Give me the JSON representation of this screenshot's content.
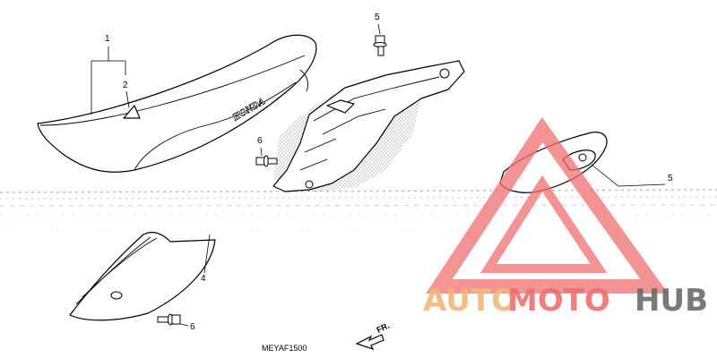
{
  "diagram": {
    "callouts": {
      "c1": "1",
      "c2": "2",
      "c4": "4",
      "c5a": "5",
      "c5b": "5",
      "c6a": "6",
      "c6b": "6"
    },
    "seat_brand": "HONDA",
    "front_arrow": "FR.",
    "drawing_code": "MEYAF1500"
  },
  "watermark": {
    "part1": "AUTO",
    "part2": "MOTO",
    "part3": "HUB",
    "colors": {
      "orange": "#f5b67a",
      "red": "#e8383a",
      "gray": "#6b6b6b",
      "triangle": "#f07070"
    }
  }
}
